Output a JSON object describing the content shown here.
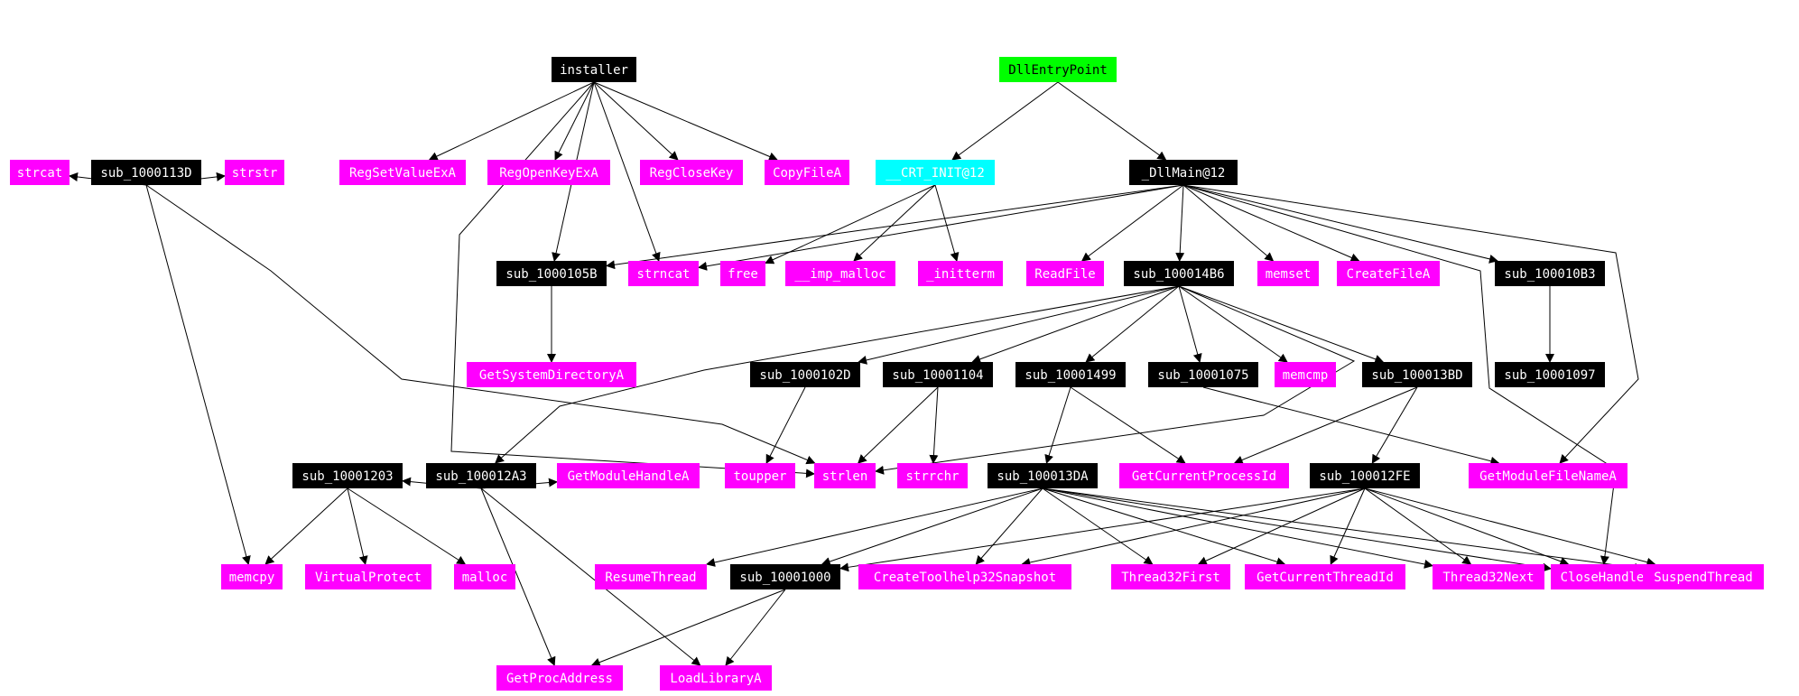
{
  "graph": {
    "colors": {
      "entry": "#00ff00",
      "library": "#00ffff",
      "sub": "#000000",
      "import": "#ff00ff",
      "edge": "#000000",
      "sub_text": "#ffffff",
      "import_text": "#ffffff",
      "entry_text": "#000000",
      "library_text": "#ffffff"
    },
    "nodes": [
      {
        "id": "installer",
        "label": "installer",
        "kind": "sub"
      },
      {
        "id": "dllentrypoint",
        "label": "DllEntryPoint",
        "kind": "entry"
      },
      {
        "id": "strcat",
        "label": "strcat",
        "kind": "import"
      },
      {
        "id": "sub_1000113D",
        "label": "sub_1000113D",
        "kind": "sub"
      },
      {
        "id": "strstr",
        "label": "strstr",
        "kind": "import"
      },
      {
        "id": "RegSetValueExA",
        "label": "RegSetValueExA",
        "kind": "import"
      },
      {
        "id": "RegOpenKeyExA",
        "label": "RegOpenKeyExA",
        "kind": "import"
      },
      {
        "id": "RegCloseKey",
        "label": "RegCloseKey",
        "kind": "import"
      },
      {
        "id": "CopyFileA",
        "label": "CopyFileA",
        "kind": "import"
      },
      {
        "id": "crt_init",
        "label": "__CRT_INIT@12",
        "kind": "library"
      },
      {
        "id": "dllmain",
        "label": "_DllMain@12",
        "kind": "sub"
      },
      {
        "id": "sub_1000105B",
        "label": "sub_1000105B",
        "kind": "sub"
      },
      {
        "id": "strncat",
        "label": "strncat",
        "kind": "import"
      },
      {
        "id": "free",
        "label": "free",
        "kind": "import"
      },
      {
        "id": "imp_malloc",
        "label": "__imp_malloc",
        "kind": "import"
      },
      {
        "id": "initterm",
        "label": "_initterm",
        "kind": "import"
      },
      {
        "id": "ReadFile",
        "label": "ReadFile",
        "kind": "import"
      },
      {
        "id": "sub_100014B6",
        "label": "sub_100014B6",
        "kind": "sub"
      },
      {
        "id": "memset",
        "label": "memset",
        "kind": "import"
      },
      {
        "id": "CreateFileA",
        "label": "CreateFileA",
        "kind": "import"
      },
      {
        "id": "sub_100010B3",
        "label": "sub_100010B3",
        "kind": "sub"
      },
      {
        "id": "GetSystemDirectoryA",
        "label": "GetSystemDirectoryA",
        "kind": "import"
      },
      {
        "id": "sub_1000102D",
        "label": "sub_1000102D",
        "kind": "sub"
      },
      {
        "id": "sub_10001104",
        "label": "sub_10001104",
        "kind": "sub"
      },
      {
        "id": "sub_10001499",
        "label": "sub_10001499",
        "kind": "sub"
      },
      {
        "id": "sub_10001075",
        "label": "sub_10001075",
        "kind": "sub"
      },
      {
        "id": "memcmp",
        "label": "memcmp",
        "kind": "import"
      },
      {
        "id": "sub_100013BD",
        "label": "sub_100013BD",
        "kind": "sub"
      },
      {
        "id": "sub_10001097",
        "label": "sub_10001097",
        "kind": "sub"
      },
      {
        "id": "sub_10001203",
        "label": "sub_10001203",
        "kind": "sub"
      },
      {
        "id": "sub_100012A3",
        "label": "sub_100012A3",
        "kind": "sub"
      },
      {
        "id": "GetModuleHandleA",
        "label": "GetModuleHandleA",
        "kind": "import"
      },
      {
        "id": "toupper",
        "label": "toupper",
        "kind": "import"
      },
      {
        "id": "strlen",
        "label": "strlen",
        "kind": "import"
      },
      {
        "id": "strrchr",
        "label": "strrchr",
        "kind": "import"
      },
      {
        "id": "sub_100013DA",
        "label": "sub_100013DA",
        "kind": "sub"
      },
      {
        "id": "GetCurrentProcessId",
        "label": "GetCurrentProcessId",
        "kind": "import"
      },
      {
        "id": "sub_100012FE",
        "label": "sub_100012FE",
        "kind": "sub"
      },
      {
        "id": "GetModuleFileNameA",
        "label": "GetModuleFileNameA",
        "kind": "import"
      },
      {
        "id": "memcpy",
        "label": "memcpy",
        "kind": "import"
      },
      {
        "id": "VirtualProtect",
        "label": "VirtualProtect",
        "kind": "import"
      },
      {
        "id": "malloc",
        "label": "malloc",
        "kind": "import"
      },
      {
        "id": "ResumeThread",
        "label": "ResumeThread",
        "kind": "import"
      },
      {
        "id": "sub_10001000",
        "label": "sub_10001000",
        "kind": "sub"
      },
      {
        "id": "CreateToolhelp32Snapshot",
        "label": "CreateToolhelp32Snapshot",
        "kind": "import"
      },
      {
        "id": "Thread32First",
        "label": "Thread32First",
        "kind": "import"
      },
      {
        "id": "GetCurrentThreadId",
        "label": "GetCurrentThreadId",
        "kind": "import"
      },
      {
        "id": "Thread32Next",
        "label": "Thread32Next",
        "kind": "import"
      },
      {
        "id": "CloseHandle",
        "label": "CloseHandle",
        "kind": "import"
      },
      {
        "id": "SuspendThread",
        "label": "SuspendThread",
        "kind": "import"
      },
      {
        "id": "GetProcAddress",
        "label": "GetProcAddress",
        "kind": "import"
      },
      {
        "id": "LoadLibraryA",
        "label": "LoadLibraryA",
        "kind": "import"
      }
    ],
    "edges": [
      [
        "installer",
        "RegSetValueExA"
      ],
      [
        "installer",
        "RegOpenKeyExA"
      ],
      [
        "installer",
        "RegCloseKey"
      ],
      [
        "installer",
        "CopyFileA"
      ],
      [
        "installer",
        "sub_1000105B"
      ],
      [
        "installer",
        "strncat"
      ],
      [
        "installer",
        "strlen"
      ],
      [
        "dllentrypoint",
        "crt_init"
      ],
      [
        "dllentrypoint",
        "dllmain"
      ],
      [
        "sub_1000113D",
        "strcat"
      ],
      [
        "sub_1000113D",
        "strstr"
      ],
      [
        "sub_1000113D",
        "memcpy"
      ],
      [
        "sub_1000113D",
        "strlen"
      ],
      [
        "crt_init",
        "free"
      ],
      [
        "crt_init",
        "imp_malloc"
      ],
      [
        "crt_init",
        "initterm"
      ],
      [
        "dllmain",
        "sub_1000105B"
      ],
      [
        "dllmain",
        "strncat"
      ],
      [
        "dllmain",
        "ReadFile"
      ],
      [
        "dllmain",
        "sub_100014B6"
      ],
      [
        "dllmain",
        "memset"
      ],
      [
        "dllmain",
        "CreateFileA"
      ],
      [
        "dllmain",
        "sub_100010B3"
      ],
      [
        "dllmain",
        "GetModuleFileNameA"
      ],
      [
        "dllmain",
        "CloseHandle"
      ],
      [
        "sub_1000105B",
        "GetSystemDirectoryA"
      ],
      [
        "sub_100014B6",
        "sub_1000102D"
      ],
      [
        "sub_100014B6",
        "sub_10001104"
      ],
      [
        "sub_100014B6",
        "sub_10001499"
      ],
      [
        "sub_100014B6",
        "sub_10001075"
      ],
      [
        "sub_100014B6",
        "memcmp"
      ],
      [
        "sub_100014B6",
        "sub_100013BD"
      ],
      [
        "sub_100014B6",
        "sub_100012A3"
      ],
      [
        "sub_100014B6",
        "strlen"
      ],
      [
        "sub_100010B3",
        "sub_10001097"
      ],
      [
        "sub_1000102D",
        "toupper"
      ],
      [
        "sub_10001104",
        "strlen"
      ],
      [
        "sub_10001104",
        "strrchr"
      ],
      [
        "sub_10001499",
        "sub_100013DA"
      ],
      [
        "sub_10001499",
        "GetCurrentProcessId"
      ],
      [
        "sub_10001075",
        "GetModuleFileNameA"
      ],
      [
        "sub_100013BD",
        "GetCurrentProcessId"
      ],
      [
        "sub_100013BD",
        "sub_100012FE"
      ],
      [
        "sub_100012A3",
        "sub_10001203"
      ],
      [
        "sub_100012A3",
        "GetModuleHandleA"
      ],
      [
        "sub_100012A3",
        "GetProcAddress"
      ],
      [
        "sub_100012A3",
        "LoadLibraryA"
      ],
      [
        "sub_10001203",
        "memcpy"
      ],
      [
        "sub_10001203",
        "VirtualProtect"
      ],
      [
        "sub_10001203",
        "malloc"
      ],
      [
        "sub_100013DA",
        "ResumeThread"
      ],
      [
        "sub_100013DA",
        "sub_10001000"
      ],
      [
        "sub_100013DA",
        "CreateToolhelp32Snapshot"
      ],
      [
        "sub_100013DA",
        "Thread32First"
      ],
      [
        "sub_100013DA",
        "GetCurrentThreadId"
      ],
      [
        "sub_100013DA",
        "Thread32Next"
      ],
      [
        "sub_100013DA",
        "CloseHandle"
      ],
      [
        "sub_100013DA",
        "SuspendThread"
      ],
      [
        "sub_100012FE",
        "sub_10001000"
      ],
      [
        "sub_100012FE",
        "CreateToolhelp32Snapshot"
      ],
      [
        "sub_100012FE",
        "Thread32First"
      ],
      [
        "sub_100012FE",
        "GetCurrentThreadId"
      ],
      [
        "sub_100012FE",
        "Thread32Next"
      ],
      [
        "sub_100012FE",
        "CloseHandle"
      ],
      [
        "sub_100012FE",
        "SuspendThread"
      ],
      [
        "sub_10001000",
        "GetProcAddress"
      ],
      [
        "sub_10001000",
        "LoadLibraryA"
      ]
    ]
  }
}
